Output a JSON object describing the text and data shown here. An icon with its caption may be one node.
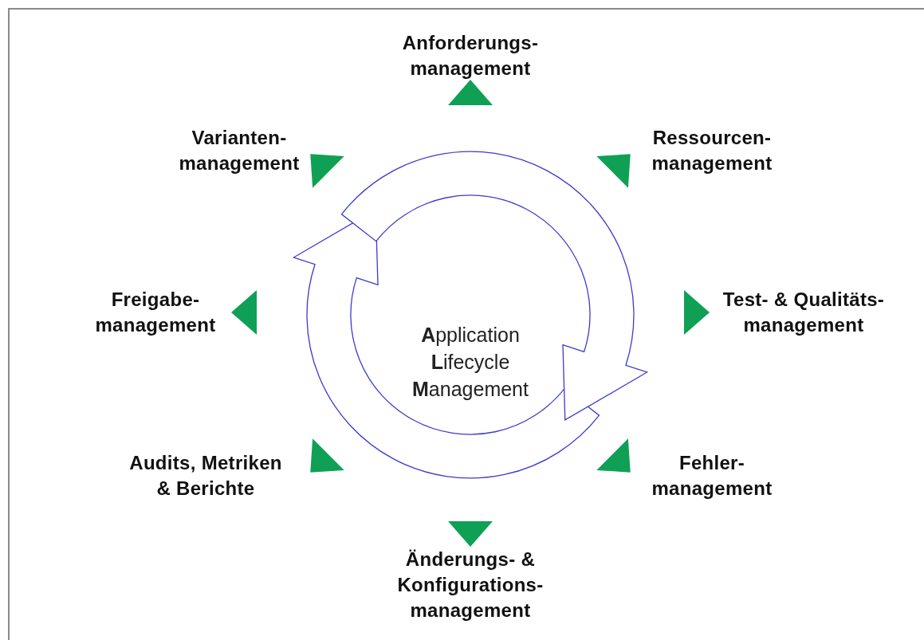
{
  "diagram": {
    "nodes": [
      {
        "text": [
          "**A**pplication **L**ifecycle **M**anagement"
        ]
      }
    ],
    "labels": [
      "Anforderungs- management",
      "Varianten- management",
      "Ressourcen- management",
      "Freigabe- management",
      "Test- & Qualitäts- management",
      "Audits, Metriken & Berichte",
      "Fehler- management",
      "Änderungs- & Konfigurations- management"
    ]
  }
}
